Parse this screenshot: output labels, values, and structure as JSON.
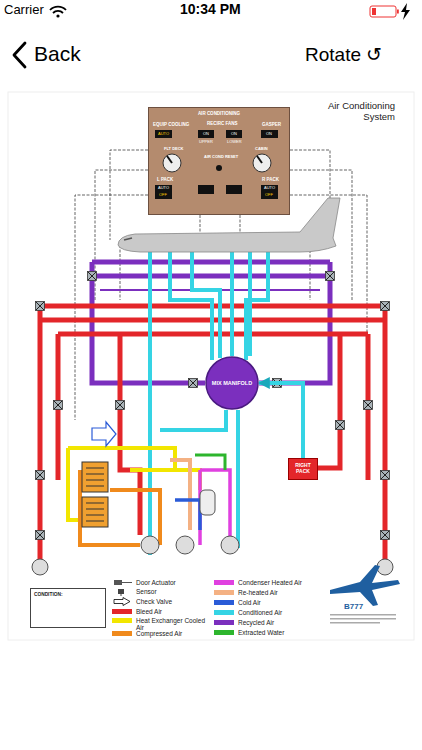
{
  "diagram": {
    "title": "Air Conditioning System",
    "nodes": [
      {
        "text": [
          "AIR CONDITIONING"
        ]
      },
      {
        "text": [
          "MIX MANIFOLD"
        ]
      },
      {
        "text": [
          "RIGHT PACK"
        ]
      },
      {
        "text": [
          "CONDITION:"
        ]
      }
    ],
    "edges": [
      {
        "from": 2,
        "to": 1,
        "arrow": "to"
      }
    ],
    "labels": [
      "Carrier",
      "10:34 PM",
      "Back",
      "Rotate ↺",
      "EQUIP COOLING",
      "AUTO",
      "GASPER",
      "ON",
      "RECIRC FANS",
      "UPPER",
      "LOWER",
      "ON",
      "ON",
      "FLT DECK",
      "CABIN",
      "AIR COND RESET",
      "L PACK",
      "R PACK",
      "AUTO",
      "OFF",
      "AUTO",
      "OFF",
      "B777"
    ],
    "legend": [
      {
        "text": "Door Actuator"
      },
      {
        "text": "Sensor"
      },
      {
        "text": "Check Valve"
      },
      {
        "text": "Bleed Air",
        "color": "#e3262a"
      },
      {
        "text": "Heat Exchanger Cooled Air",
        "color": "#f2e600"
      },
      {
        "text": "Compressed Air",
        "color": "#f08a1c"
      },
      {
        "text": "Condenser Heated Air",
        "color": "#e040e0"
      },
      {
        "text": "Re-heated Air",
        "color": "#f4b183"
      },
      {
        "text": "Cold Air",
        "color": "#2a5bd7"
      },
      {
        "text": "Conditioned Air",
        "color": "#35d4e4"
      },
      {
        "text": "Recycled Air",
        "color": "#7b2fbe"
      },
      {
        "text": "Extracted Water",
        "color": "#2db52d"
      }
    ]
  }
}
